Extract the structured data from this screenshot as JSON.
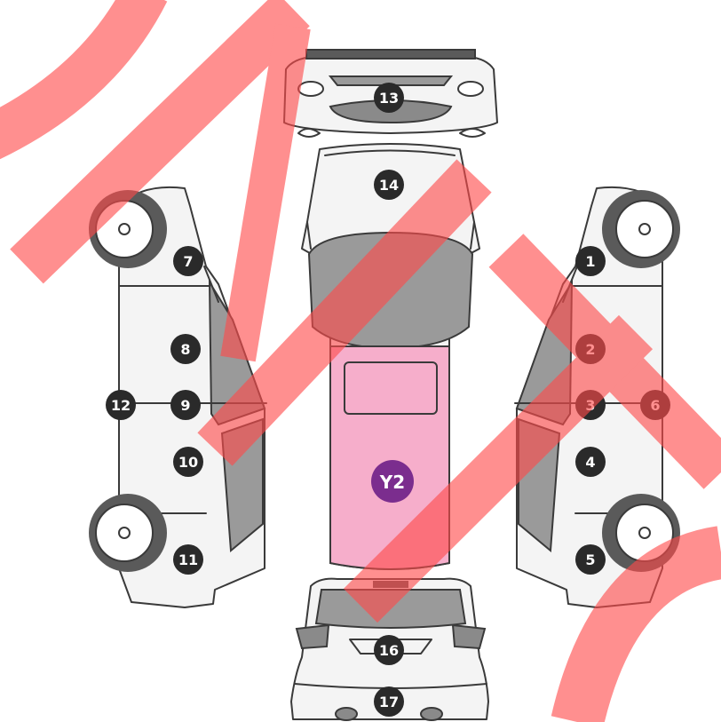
{
  "diagram": {
    "colors": {
      "marker": "#2a2a2a",
      "marker_text": "#ffffff",
      "damage_marker": "#7b2d8e",
      "damage_zone": "#f6aecb",
      "watermark": "#ff4b4b",
      "glass": "#9a9a9a",
      "tyre": "#5a5a5a"
    },
    "markers": [
      {
        "id": "m1",
        "label": "1"
      },
      {
        "id": "m2",
        "label": "2"
      },
      {
        "id": "m3",
        "label": "3"
      },
      {
        "id": "m4",
        "label": "4"
      },
      {
        "id": "m5",
        "label": "5"
      },
      {
        "id": "m6",
        "label": "6"
      },
      {
        "id": "m7",
        "label": "7"
      },
      {
        "id": "m8",
        "label": "8"
      },
      {
        "id": "m9",
        "label": "9"
      },
      {
        "id": "m10",
        "label": "10"
      },
      {
        "id": "m11",
        "label": "11"
      },
      {
        "id": "m12",
        "label": "12"
      },
      {
        "id": "m13",
        "label": "13"
      },
      {
        "id": "m14",
        "label": "14"
      },
      {
        "id": "m16",
        "label": "16"
      },
      {
        "id": "m17",
        "label": "17"
      }
    ],
    "damage_marker": {
      "label": "Y2"
    }
  }
}
